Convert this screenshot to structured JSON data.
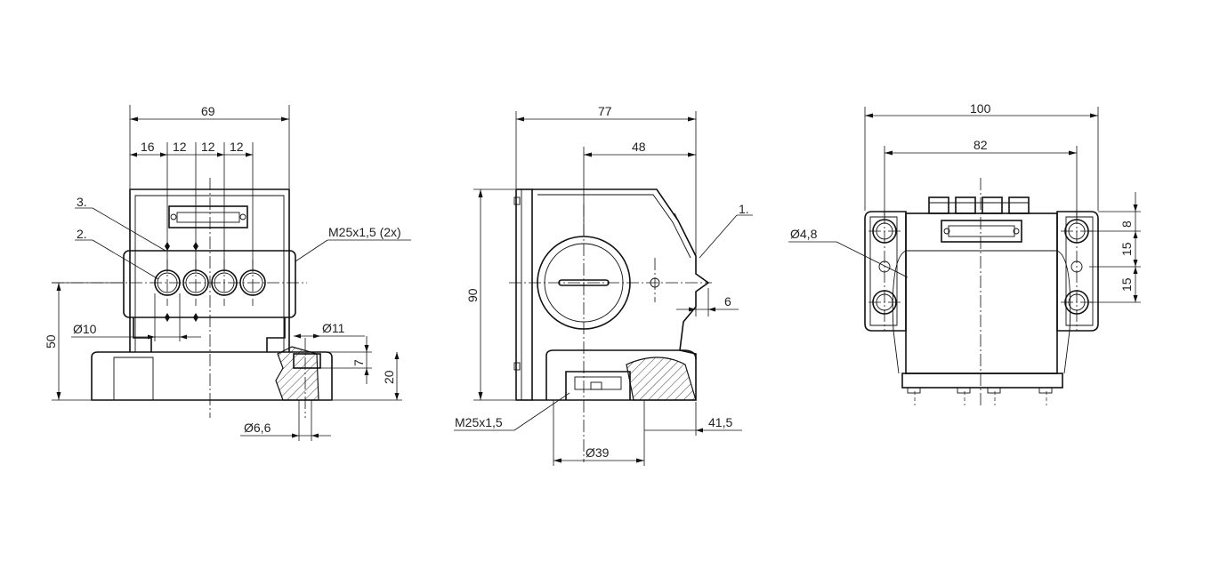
{
  "views": {
    "front": {
      "dim_width": "69",
      "dim_pitch_first": "16",
      "dim_pitch_a": "12",
      "dim_pitch_b": "12",
      "dim_pitch_c": "12",
      "dim_height": "50",
      "dim_hole_dia": "Ø10",
      "dim_bore_dia": "Ø11",
      "dim_mount_dia": "Ø6,6",
      "dim_counterbore_depth": "7",
      "dim_base_height": "20",
      "callout_2": "2.",
      "callout_3": "3.",
      "thread_label": "M25x1,5 (2x)"
    },
    "side": {
      "dim_width": "77",
      "dim_offset": "48",
      "dim_height": "90",
      "dim_tip": "6",
      "dim_bottom_offset": "41,5",
      "dim_entry_dia": "Ø39",
      "callout_1": "1.",
      "thread_label": "M25x1,5"
    },
    "top": {
      "dim_width": "100",
      "dim_hole_spacing": "82",
      "dim_hole_dia": "Ø4,8",
      "dim_v_top": "8",
      "dim_v_mid": "15",
      "dim_v_bottom": "15"
    }
  }
}
